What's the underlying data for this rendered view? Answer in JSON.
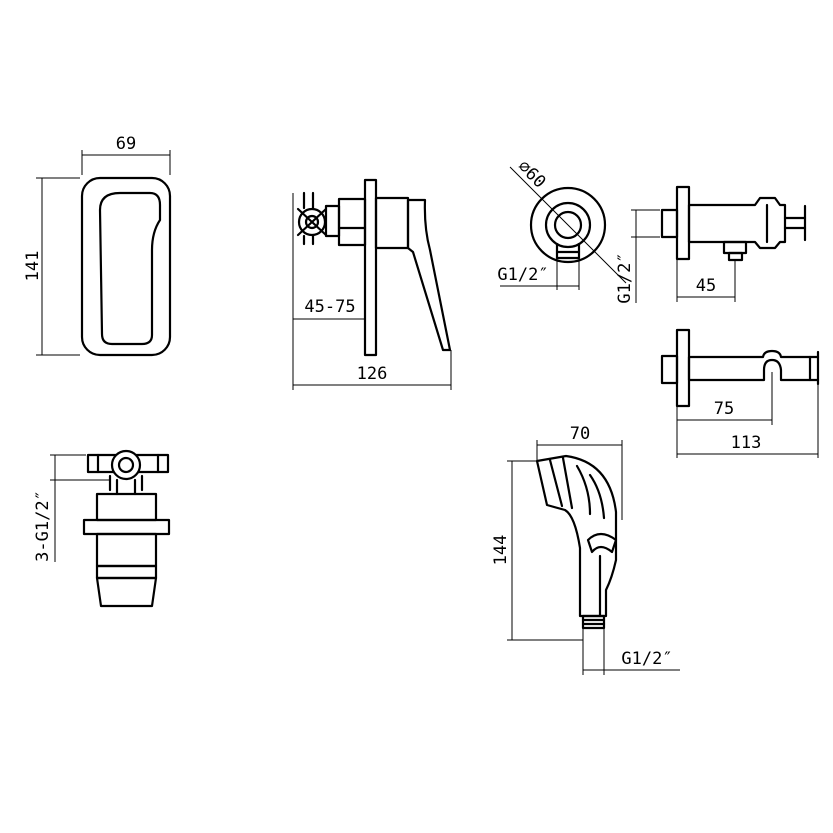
{
  "dimensions": {
    "plate_width": "69",
    "plate_height": "141",
    "depth_range": "45-75",
    "total_depth": "126",
    "outlet_diameter": "⌀60",
    "outlet_thread": "G1/2″",
    "elbow_thread": "G1/2″",
    "elbow_length": "45",
    "holder_hook": "75",
    "holder_length": "113",
    "body_thread": "3-G1/2″",
    "spray_width": "70",
    "spray_height": "144",
    "spray_thread": "G1/2″"
  }
}
